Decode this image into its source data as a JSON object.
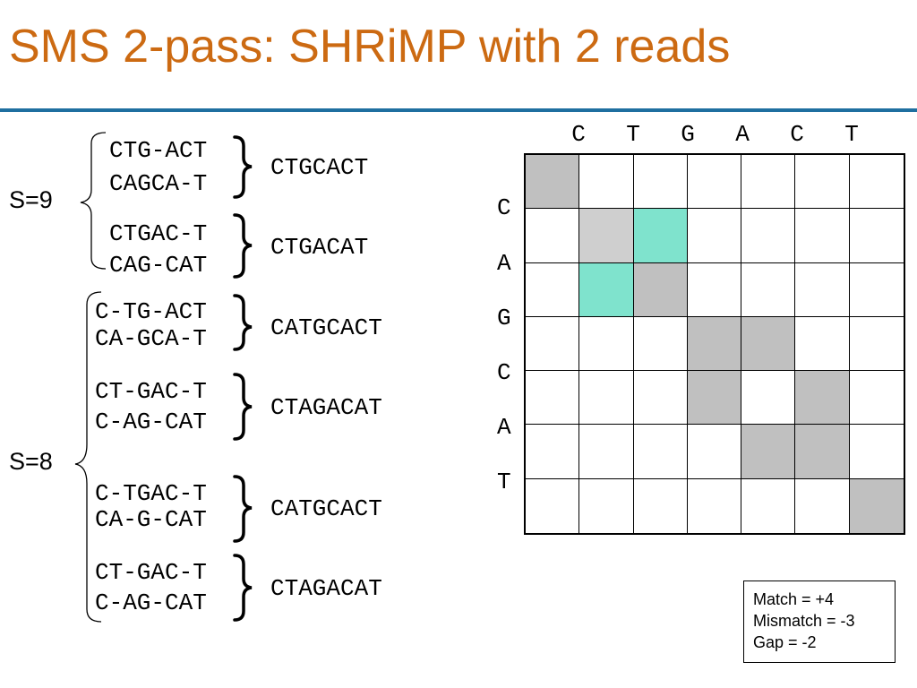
{
  "title": "SMS 2-pass: SHRiMP with 2 reads",
  "groups": [
    {
      "score": "S=9",
      "pairs": [
        {
          "read1": "CTG-ACT",
          "read2": "CAGCA-T",
          "merged": "CTGCACT"
        },
        {
          "read1": "CTGAC-T",
          "read2": "CAG-CAT",
          "merged": "CTGACAT"
        }
      ]
    },
    {
      "score": "S=8",
      "pairs": [
        {
          "read1": "C-TG-ACT",
          "read2": "CA-GCA-T",
          "merged": "CATGCACT"
        },
        {
          "read1": "CT-GAC-T",
          "read2": "C-AG-CAT",
          "merged": "CTAGACAT"
        },
        {
          "read1": "C-TGAC-T",
          "read2": "CA-G-CAT",
          "merged": "CATGCACT"
        },
        {
          "read1": "CT-GAC-T",
          "read2": "C-AG-CAT",
          "merged": "CTAGACAT"
        }
      ]
    }
  ],
  "matrix": {
    "columns": [
      "C",
      "T",
      "G",
      "A",
      "C",
      "T"
    ],
    "rows": [
      "C",
      "A",
      "G",
      "C",
      "A",
      "T"
    ],
    "shading": [
      [
        "gray",
        "",
        "",
        "",
        "",
        "",
        ""
      ],
      [
        "",
        "lightgray",
        "teal",
        "",
        "",
        "",
        ""
      ],
      [
        "",
        "teal",
        "gray",
        "",
        "",
        "",
        ""
      ],
      [
        "",
        "",
        "",
        "gray",
        "gray",
        "",
        ""
      ],
      [
        "",
        "",
        "",
        "gray",
        "",
        "gray",
        ""
      ],
      [
        "",
        "",
        "",
        "",
        "gray",
        "gray",
        ""
      ],
      [
        "",
        "",
        "",
        "",
        "",
        "",
        "gray"
      ]
    ],
    "colors": {
      "gray": "#c0c0c0",
      "lightgray": "#cfcfcf",
      "teal": "#7fe3cd"
    }
  },
  "legend": {
    "match": "Match = +4",
    "mismatch": "Mismatch = -3",
    "gap": "Gap = -2"
  },
  "colors": {
    "title": "#cc6a12",
    "rule": "#1f6fa0"
  }
}
